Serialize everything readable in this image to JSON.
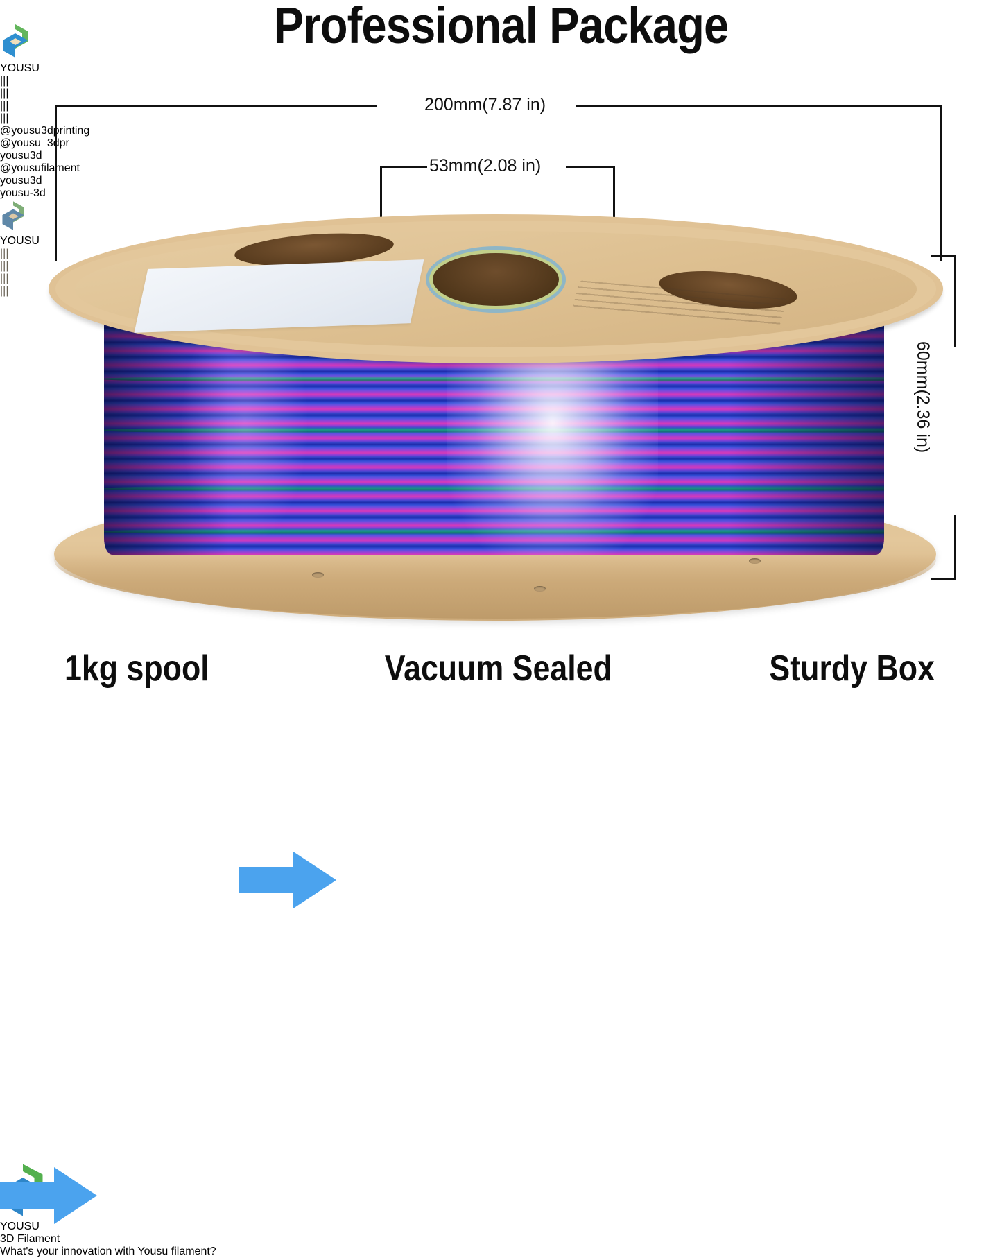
{
  "title": "Professional Package",
  "dimensions": {
    "outer_width": "200mm(7.87 in)",
    "inner_hub": "53mm(2.08 in)",
    "height": "60mm(2.36 in)"
  },
  "sections": [
    {
      "label": "1kg spool"
    },
    {
      "label": "Vacuum Sealed"
    },
    {
      "label": "Sturdy Box"
    }
  ],
  "brand": {
    "name": "YOUSU",
    "logo_colors": {
      "green": "#63b65c",
      "blue": "#2f8fd0"
    }
  },
  "box": {
    "label_title": "3D Filament",
    "label_subtitle": "What's your innovation with Yousu filament?",
    "stripe_blue": "#2f7fc4",
    "stripe_green": "#4ba84f",
    "label_title_color": "#5b9ac4",
    "cardboard_color": "#bf9159"
  },
  "arrows": {
    "color": "#4ba3ee",
    "count": 2
  },
  "spool": {
    "flange_color": "#e3c79b",
    "ring_blue": "#53b3ea",
    "ring_green": "#8fd05c",
    "filament_colors": [
      "#1c2fb0",
      "#3550d8",
      "#8b3fd8",
      "#d63ab8",
      "#1ba888"
    ],
    "label_color": "#2d9ee0"
  },
  "background": "#ffffff"
}
